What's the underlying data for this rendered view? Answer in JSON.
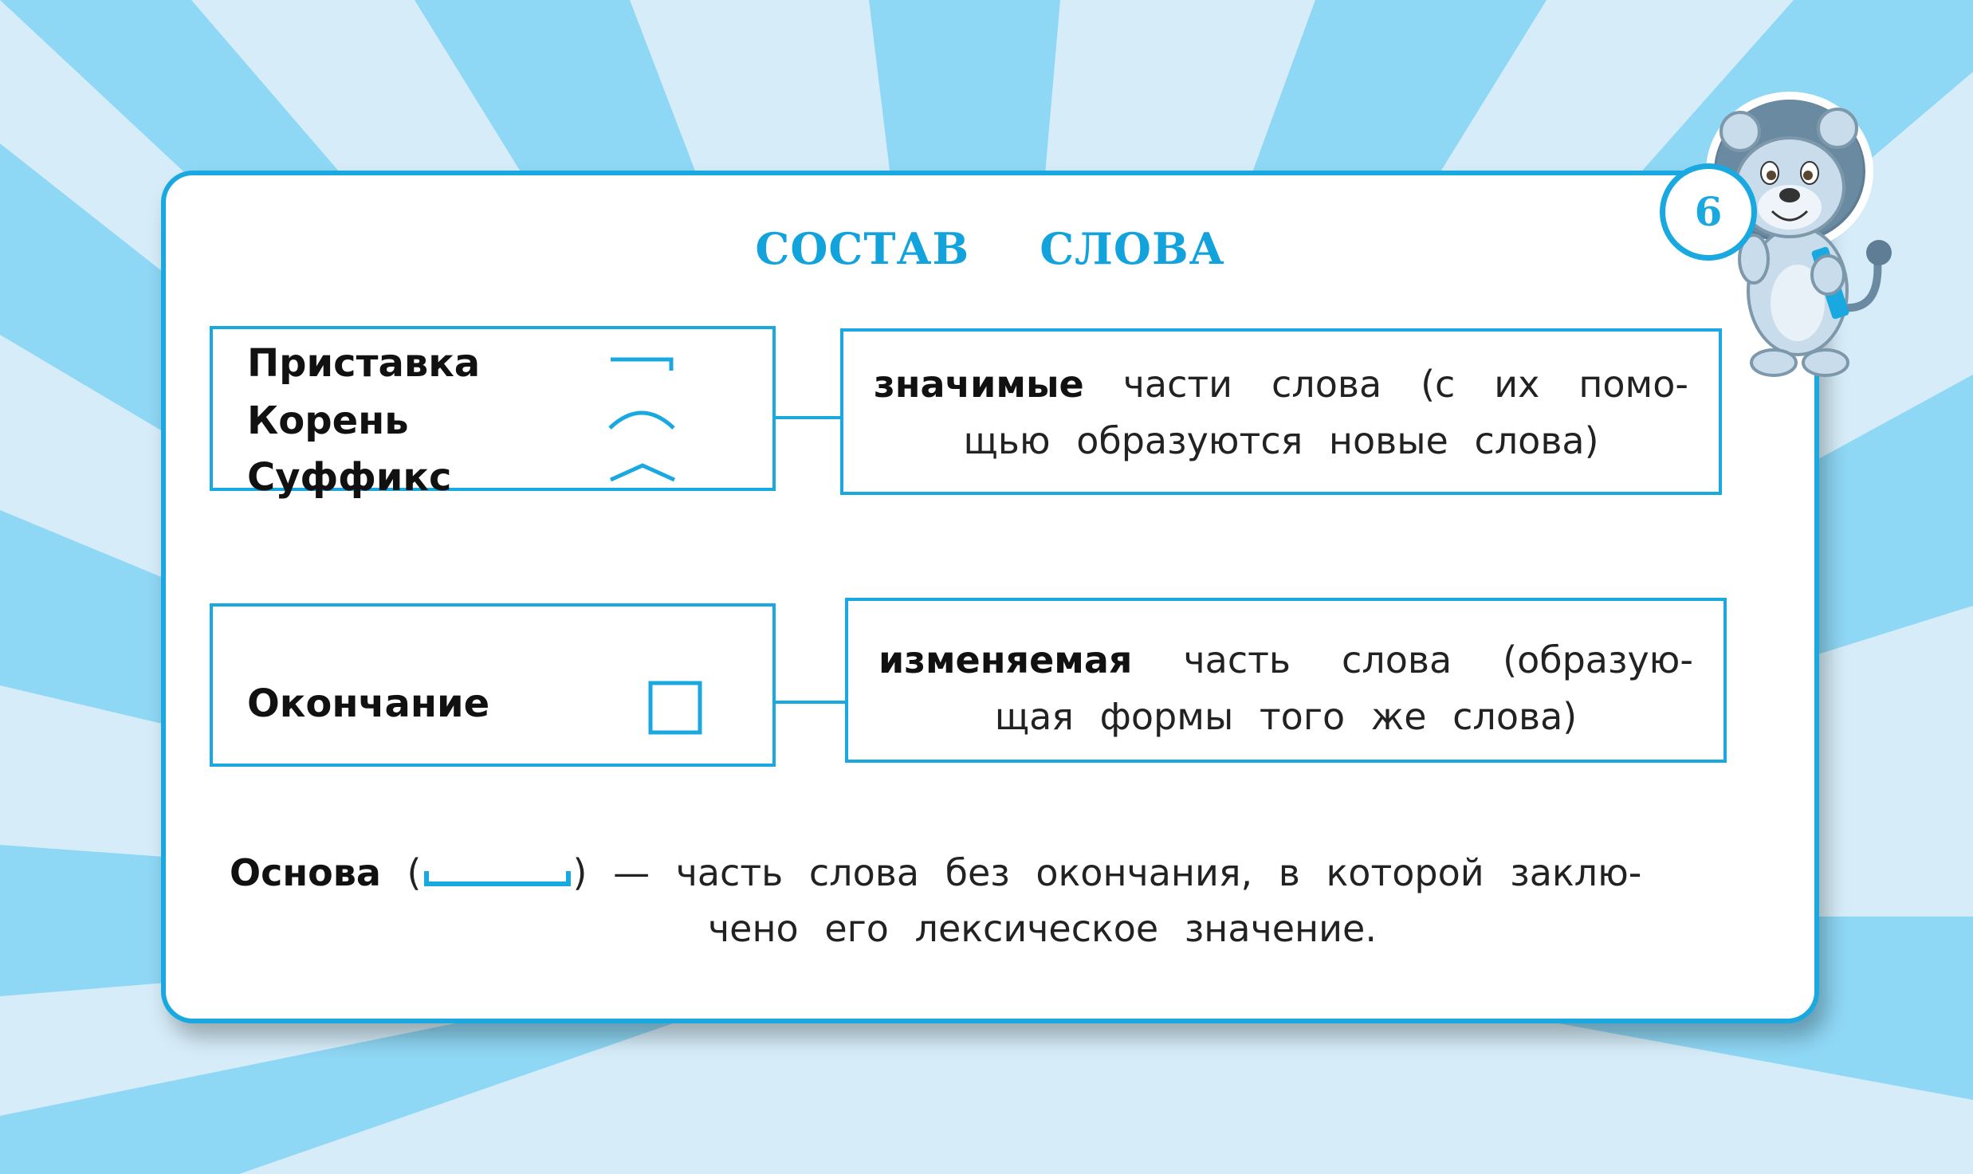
{
  "title_words": [
    "СОСТАВ",
    "СЛОВА"
  ],
  "badge": "6",
  "morphemes": [
    {
      "label": "Приставка",
      "icon": "prefix-mark-icon"
    },
    {
      "label": "Корень",
      "icon": "root-arc-icon"
    },
    {
      "label": "Суффикс",
      "icon": "suffix-caret-icon"
    }
  ],
  "significant": {
    "bold": "значимые",
    "rest": " части слова (с их помо-щью образуются новые слова)"
  },
  "ending": {
    "label": "Окончание",
    "icon": "ending-square-icon"
  },
  "changeable": {
    "bold": "изменяемая",
    "rest": " часть слова (образую-щая формы того же слова)"
  },
  "stem": {
    "bold": "Основа",
    "open_paren": "(",
    "icon": "stem-bracket-icon",
    "line1_rest": ") — часть слова без окончания, в которой заклю-",
    "line2": "чено его лексическое значение."
  },
  "colors": {
    "accent": "#1aa8e0",
    "ray_dark": "#8fd6f4",
    "ray_light": "#d5ecf9"
  },
  "mascot": "lion-mascot-icon"
}
